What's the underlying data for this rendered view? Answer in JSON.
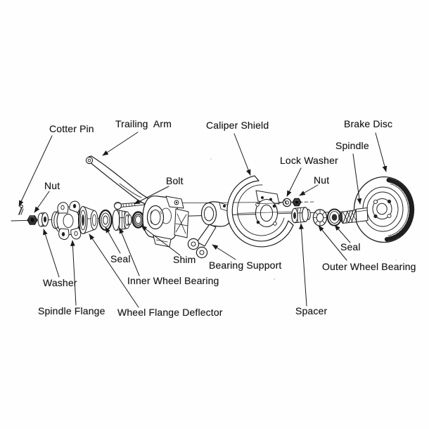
{
  "diagram": {
    "type": "exploded-view-parts-diagram",
    "colors": {
      "ink": "#1e1e1e",
      "background": "#ffffff"
    },
    "labels": [
      {
        "id": "cotter-pin",
        "text": "Cotter Pin"
      },
      {
        "id": "trailing-arm",
        "text": "Trailing  Arm"
      },
      {
        "id": "caliper-shield",
        "text": "Caliper Shield"
      },
      {
        "id": "brake-disc",
        "text": "Brake Disc"
      },
      {
        "id": "spindle",
        "text": "Spindle"
      },
      {
        "id": "lock-washer",
        "text": "Lock Washer"
      },
      {
        "id": "nut-right",
        "text": "Nut"
      },
      {
        "id": "nut-left",
        "text": "Nut"
      },
      {
        "id": "bolt",
        "text": "Bolt"
      },
      {
        "id": "seal-left",
        "text": "Seal"
      },
      {
        "id": "shim",
        "text": "Shim"
      },
      {
        "id": "bearing-support",
        "text": "Bearing Support"
      },
      {
        "id": "seal-right",
        "text": "Seal"
      },
      {
        "id": "outer-wheel-bearing",
        "text": "Outer Wheel Bearing"
      },
      {
        "id": "inner-wheel-bearing",
        "text": "Inner Wheel Bearing"
      },
      {
        "id": "washer",
        "text": "Washer"
      },
      {
        "id": "spindle-flange",
        "text": "Spindle Flange"
      },
      {
        "id": "wheel-flange-deflector",
        "text": "Wheel Flange Deflector"
      },
      {
        "id": "spacer",
        "text": "Spacer"
      }
    ]
  }
}
